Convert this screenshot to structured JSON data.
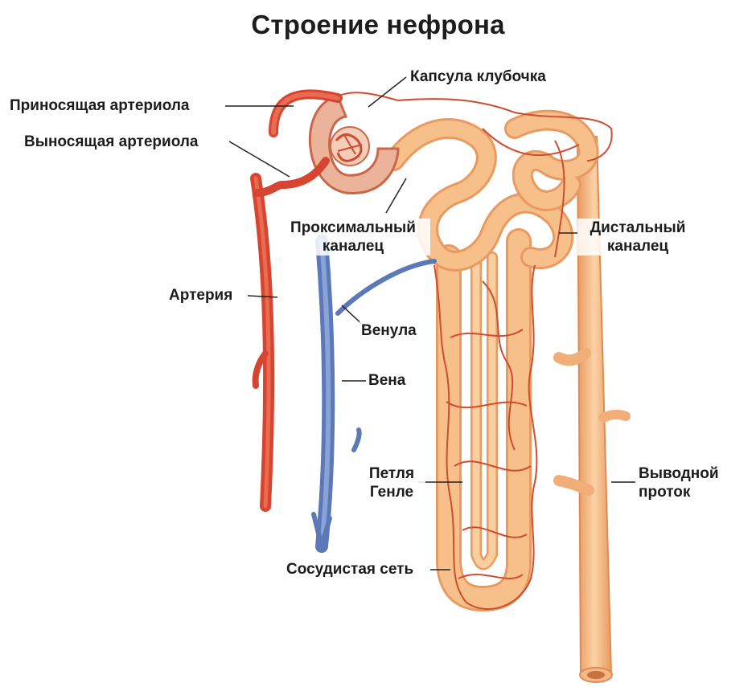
{
  "title": "Строение нефрона",
  "labels": {
    "afferent": "Приносящая артериола",
    "efferent": "Выносящая артериола",
    "capsule": "Капсула клубочка",
    "proximal_1": "Проксимальный",
    "proximal_2": "каналец",
    "distal_1": "Дистальный",
    "distal_2": "каналец",
    "artery": "Артерия",
    "venule": "Венула",
    "vein": "Вена",
    "loop_1": "Петля",
    "loop_2": "Генле",
    "duct_1": "Выводной",
    "duct_2": "проток",
    "network": "Сосудистая сеть"
  },
  "colors": {
    "artery": "#d64530",
    "vein": "#5b79b8",
    "tubule": "#f7c08b",
    "tubule_edge": "#e89a60",
    "capsule": "#e9a98a",
    "capillary": "#cf4c2e"
  }
}
